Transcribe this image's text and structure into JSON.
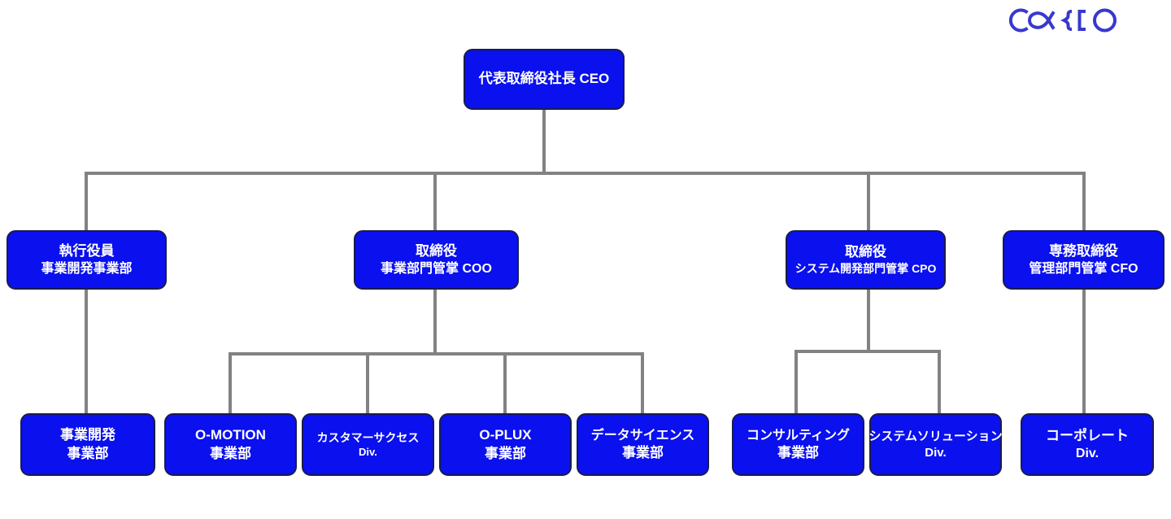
{
  "logo": {
    "text": "cacco",
    "color": "#3838cf"
  },
  "palette": {
    "box_fill": "#0a10ee",
    "box_border": "#191c4e",
    "box_text": "#ffffff",
    "connector": "#828282",
    "background": "#ffffff"
  },
  "org_chart": {
    "type": "org-tree",
    "root": {
      "id": "ceo",
      "line1": "代表取締役社長 CEO"
    },
    "executives": [
      {
        "id": "executive-officer-bizdev",
        "parent": "ceo",
        "line1": "執行役員",
        "line2": "事業開発事業部"
      },
      {
        "id": "director-coo",
        "parent": "ceo",
        "line1": "取締役",
        "line2": "事業部門管掌 COO"
      },
      {
        "id": "director-cpo",
        "parent": "ceo",
        "line1": "取締役",
        "line2": "システム開発部門管掌 CPO"
      },
      {
        "id": "senior-director-cfo",
        "parent": "ceo",
        "line1": "専務取締役",
        "line2": "管理部門管掌 CFO"
      }
    ],
    "departments": [
      {
        "id": "bizdev-dept",
        "parent": "executive-officer-bizdev",
        "line1": "事業開発",
        "line2": "事業部"
      },
      {
        "id": "o-motion-dept",
        "parent": "director-coo",
        "line1": "O-MOTION",
        "line2": "事業部"
      },
      {
        "id": "customer-success-div",
        "parent": "director-coo",
        "line1": "カスタマーサクセス",
        "line2": "Div."
      },
      {
        "id": "o-plux-dept",
        "parent": "director-coo",
        "line1": "O-PLUX",
        "line2": "事業部"
      },
      {
        "id": "data-science-dept",
        "parent": "director-coo",
        "line1": "データサイエンス",
        "line2": "事業部"
      },
      {
        "id": "consulting-dept",
        "parent": "director-cpo",
        "line1": "コンサルティング",
        "line2": "事業部"
      },
      {
        "id": "system-solution-div",
        "parent": "director-cpo",
        "line1": "システムソリューション",
        "line2": "Div."
      },
      {
        "id": "corporate-div",
        "parent": "senior-director-cfo",
        "line1": "コーポレート",
        "line2": "Div."
      }
    ]
  }
}
